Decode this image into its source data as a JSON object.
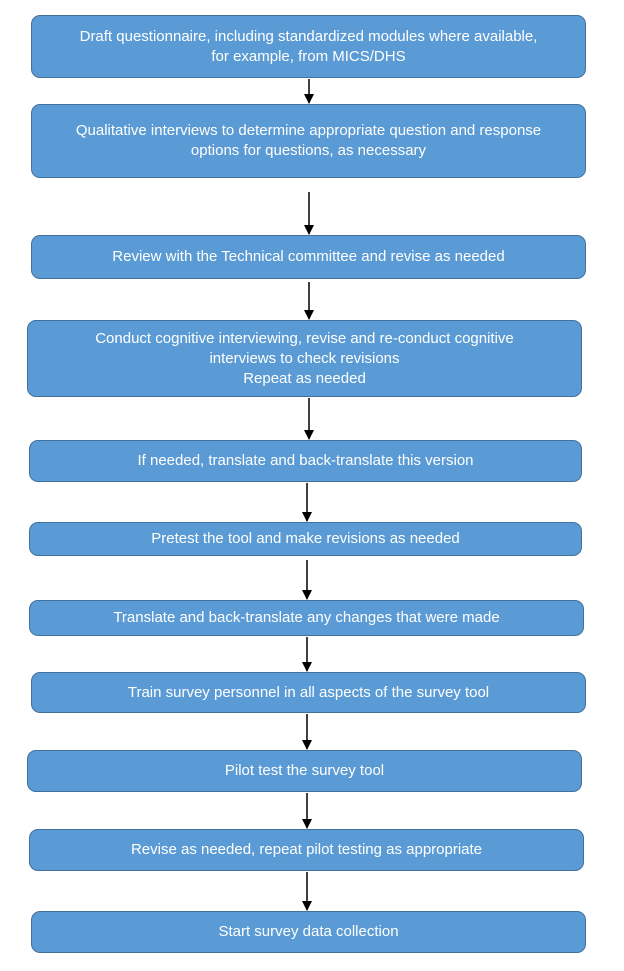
{
  "steps": [
    {
      "lines": [
        "Draft questionnaire, including standardized modules where available,",
        "for example, from MICS/DHS"
      ]
    },
    {
      "lines": [
        "Qualitative interviews to determine appropriate question and response",
        "options for questions, as necessary"
      ]
    },
    {
      "lines": [
        "Review with the Technical committee and revise as needed"
      ]
    },
    {
      "lines": [
        "Conduct cognitive interviewing, revise and re-conduct cognitive",
        "interviews to check revisions",
        "Repeat as needed"
      ]
    },
    {
      "lines": [
        "If needed, translate and back-translate this version"
      ]
    },
    {
      "lines": [
        "Pretest the tool and make revisions as needed"
      ]
    },
    {
      "lines": [
        "Translate and back-translate any changes that were made"
      ]
    },
    {
      "lines": [
        "Train survey personnel in all aspects of the survey tool"
      ]
    },
    {
      "lines": [
        "Pilot test the survey tool"
      ]
    },
    {
      "lines": [
        "Revise as needed, repeat pilot testing as appropriate"
      ]
    },
    {
      "lines": [
        "Start survey data collection"
      ]
    }
  ],
  "colors": {
    "box_fill": "#5b9bd5",
    "box_border": "#41719c",
    "text": "#ffffff",
    "arrow": "#000000"
  }
}
